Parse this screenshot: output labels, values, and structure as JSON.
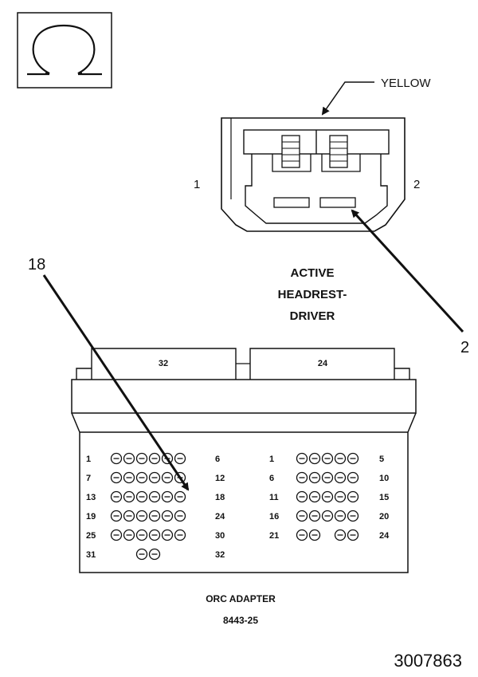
{
  "symbol": {
    "name": "ohm-icon"
  },
  "headrest_connector": {
    "wire_color_label": "YELLOW",
    "cavity_left": "1",
    "cavity_right": "2",
    "title_lines": [
      "ACTIVE",
      "HEADREST-",
      "DRIVER"
    ],
    "callout_pin": "2"
  },
  "orc_adapter": {
    "title": "ORC ADAPTER",
    "part_number": "8443-25",
    "connector_left_size": "32",
    "connector_right_size": "24",
    "callout_pin": "18",
    "left_rows": [
      {
        "start": "1",
        "end": "6",
        "pins": [
          1,
          1,
          1,
          1,
          1,
          1
        ]
      },
      {
        "start": "7",
        "end": "12",
        "pins": [
          1,
          1,
          1,
          1,
          1,
          1
        ]
      },
      {
        "start": "13",
        "end": "18",
        "pins": [
          1,
          1,
          1,
          1,
          1,
          1
        ]
      },
      {
        "start": "19",
        "end": "24",
        "pins": [
          1,
          1,
          1,
          1,
          1,
          1
        ]
      },
      {
        "start": "25",
        "end": "30",
        "pins": [
          1,
          1,
          1,
          1,
          1,
          1
        ]
      },
      {
        "start": "31",
        "end": "32",
        "pins": [
          0,
          0,
          1,
          1,
          0,
          0
        ]
      }
    ],
    "right_rows": [
      {
        "start": "1",
        "end": "5",
        "pins": [
          1,
          1,
          1,
          1,
          1
        ]
      },
      {
        "start": "6",
        "end": "10",
        "pins": [
          1,
          1,
          1,
          1,
          1
        ]
      },
      {
        "start": "11",
        "end": "15",
        "pins": [
          1,
          1,
          1,
          1,
          1
        ]
      },
      {
        "start": "16",
        "end": "20",
        "pins": [
          1,
          1,
          1,
          1,
          1
        ]
      },
      {
        "start": "21",
        "end": "24",
        "pins": [
          1,
          1,
          0,
          1,
          1
        ]
      }
    ]
  },
  "figure_number": "3007863"
}
